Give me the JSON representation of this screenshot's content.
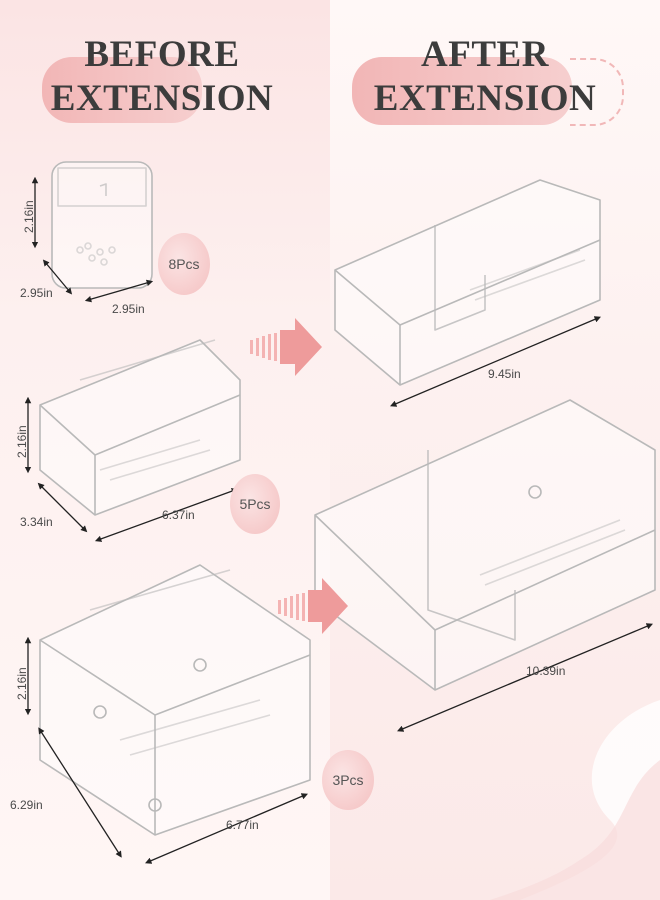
{
  "before": {
    "title_line1": "BEFORE",
    "title_line2": "EXTENSION"
  },
  "after": {
    "title_line1": "AFTER",
    "title_line2": "EXTENSION"
  },
  "items": [
    {
      "height": "2.16in",
      "depth": "2.95in",
      "width": "2.95in",
      "extended_width": "",
      "quantity": "8Pcs"
    },
    {
      "height": "2.16in",
      "depth": "3.34in",
      "width": "6.37in",
      "extended_width": "9.45in",
      "quantity": "5Pcs"
    },
    {
      "height": "2.16in",
      "depth": "6.29in",
      "width": "6.77in",
      "extended_width": "10.39in",
      "quantity": "3Pcs"
    }
  ],
  "colors": {
    "accent": "#f0a8a8",
    "arrow": "#ee9b9b",
    "background_left": "#fbe4e4"
  },
  "icons": [
    "arrow-right-icon",
    "dimension-arrow-icon"
  ]
}
